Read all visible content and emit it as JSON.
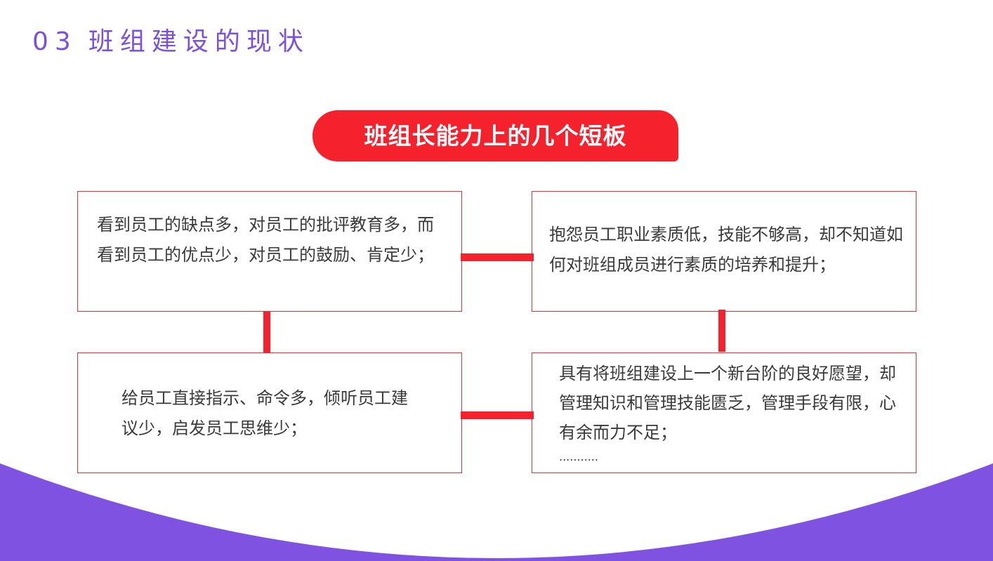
{
  "header": {
    "section_number": "03",
    "section_title": "班组建设的现状"
  },
  "banner": {
    "title": "班组长能力上的几个短板"
  },
  "boxes": {
    "top_left": "看到员工的缺点多，对员工的批评教育多，而看到员工的优点少，对员工的鼓励、肯定少；",
    "top_right": "抱怨员工职业素质低，技能不够高，却不知道如何对班组成员进行素质的培养和提升；",
    "bottom_left": "给员工直接指示、命令多，倾听员工建议少，启发员工思维少；",
    "bottom_right": "具有将班组建设上一个新台阶的良好愿望，却管理知识和管理技能匮乏，管理手段有限，心有余而力不足；",
    "bottom_right_ellipsis": "...........",
    "border_color": "#e5313a"
  },
  "colors": {
    "accent_red": "#f5222d",
    "accent_purple": "#7b4fe0",
    "wave_purple": "#7f52e2",
    "text_dark": "#3a3a3a"
  }
}
